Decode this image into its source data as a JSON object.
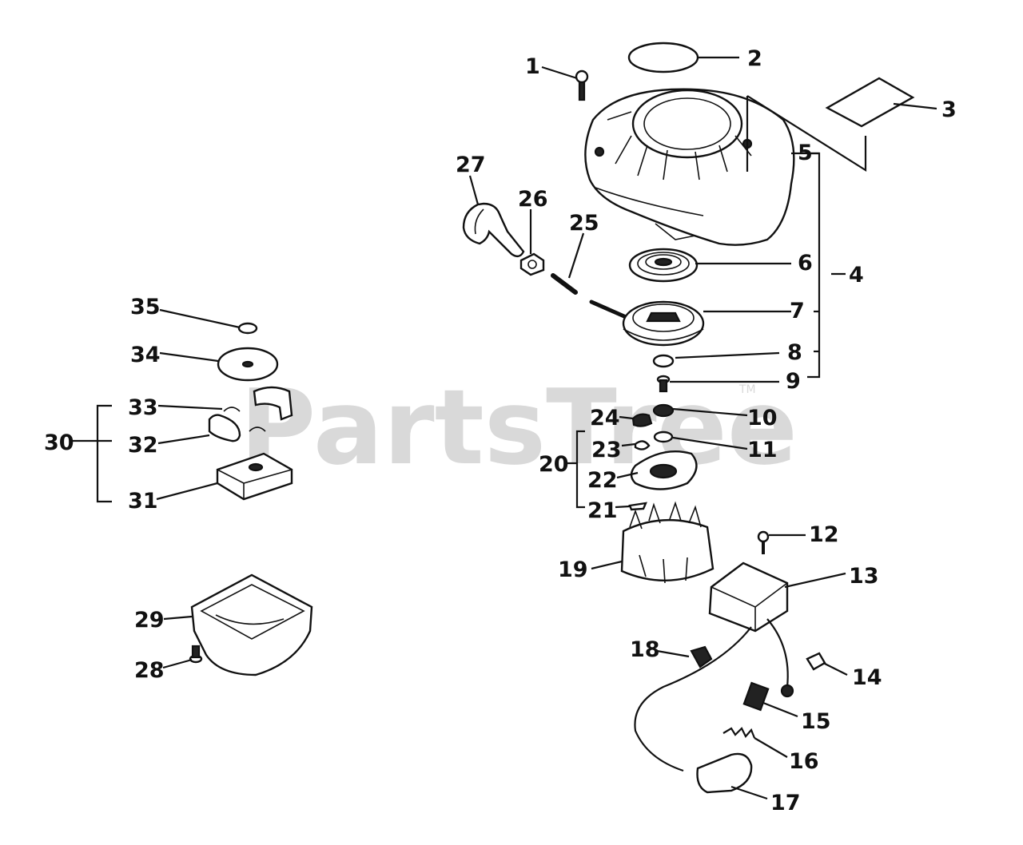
{
  "watermark": {
    "text": "PartsTree",
    "tm": "TM"
  },
  "callouts": {
    "c1": "1",
    "c2": "2",
    "c3": "3",
    "c4": "4",
    "c5": "5",
    "c6": "6",
    "c7": "7",
    "c8": "8",
    "c9": "9",
    "c10": "10",
    "c11": "11",
    "c12": "12",
    "c13": "13",
    "c14": "14",
    "c15": "15",
    "c16": "16",
    "c17": "17",
    "c18": "18",
    "c19": "19",
    "c20": "20",
    "c21": "21",
    "c22": "22",
    "c23": "23",
    "c24": "24",
    "c25": "25",
    "c26": "26",
    "c27": "27",
    "c28": "28",
    "c29": "29",
    "c30": "30",
    "c31": "31",
    "c32": "32",
    "c33": "33",
    "c34": "34",
    "c35": "35"
  }
}
